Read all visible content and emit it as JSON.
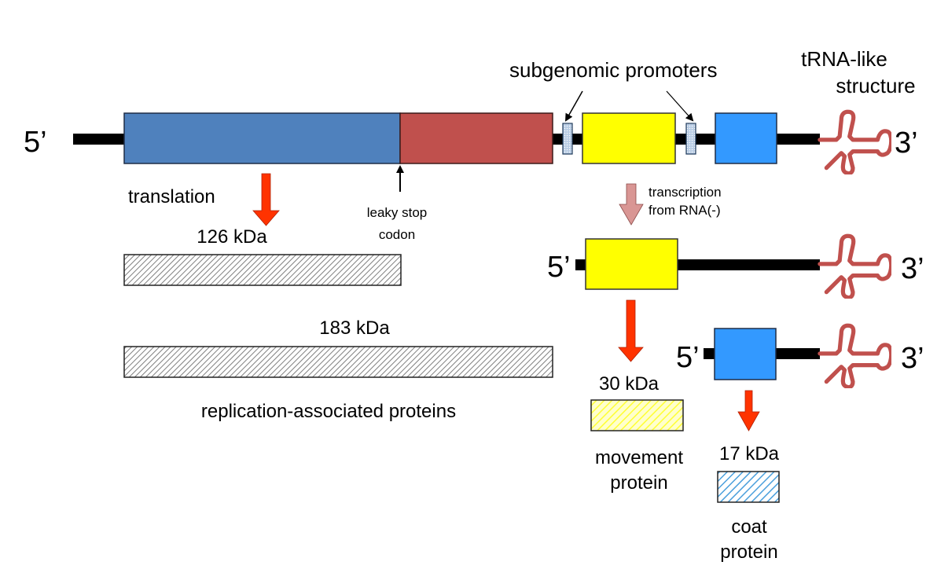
{
  "diagram": {
    "genome": {
      "five_prime": "5’",
      "three_prime": "3’",
      "labels": {
        "subgenomic_promoters": "subgenomic promoters",
        "trna_like_line1": "tRNA-like",
        "trna_like_line2": "structure",
        "translation": "translation",
        "leaky_stop_line1": "leaky stop",
        "leaky_stop_line2": "codon",
        "transcription_line1": "transcription",
        "transcription_line2": "from RNA(-)"
      },
      "orfs": [
        {
          "name": "126 kDa ORF",
          "color": "#4f81bd"
        },
        {
          "name": "readthrough ORF",
          "color": "#c0504d"
        },
        {
          "name": "movement protein ORF",
          "color": "#ffff00"
        },
        {
          "name": "coat protein ORF",
          "color": "#3399ff"
        }
      ]
    },
    "subgenomic_rna_1": {
      "five_prime": "5’",
      "three_prime": "3’"
    },
    "subgenomic_rna_2": {
      "five_prime": "5’",
      "three_prime": "3’"
    },
    "proteins": {
      "p126": "126 kDa",
      "p183": "183 kDa",
      "p30": "30 kDa",
      "p17": "17 kDa",
      "replication_label": "replication-associated proteins",
      "movement_line1": "movement",
      "movement_line2": "protein",
      "coat_line1": "coat",
      "coat_line2": "protein"
    },
    "colors": {
      "arrow_red": "#ff3300",
      "arrow_pink": "#d99694",
      "trna": "#c0504d",
      "promoter": "#b8cce4"
    }
  }
}
